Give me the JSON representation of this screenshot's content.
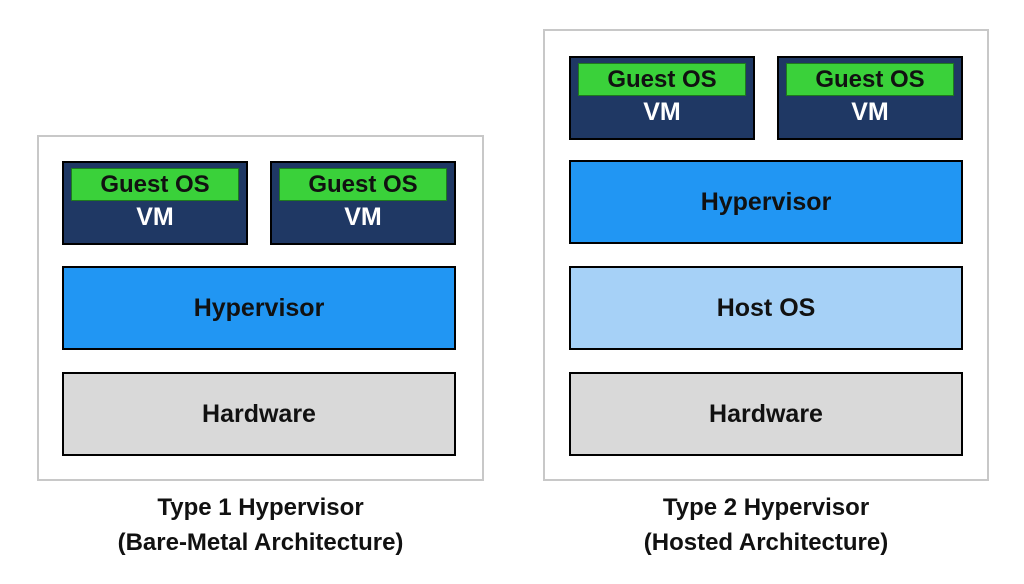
{
  "type1": {
    "vms": [
      {
        "guest_os": "Guest OS",
        "vm_label": "VM"
      },
      {
        "guest_os": "Guest OS",
        "vm_label": "VM"
      }
    ],
    "hypervisor": "Hypervisor",
    "hardware": "Hardware",
    "caption_line1": "Type 1 Hypervisor",
    "caption_line2": "(Bare-Metal Architecture)"
  },
  "type2": {
    "vms": [
      {
        "guest_os": "Guest OS",
        "vm_label": "VM"
      },
      {
        "guest_os": "Guest OS",
        "vm_label": "VM"
      }
    ],
    "hypervisor": "Hypervisor",
    "host_os": "Host OS",
    "hardware": "Hardware",
    "caption_line1": "Type 2 Hypervisor",
    "caption_line2": "(Hosted Architecture)"
  },
  "colors": {
    "vm": "#1f3864",
    "guest_os": "#3ad13a",
    "hypervisor": "#2196f3",
    "host_os": "#a6d1f7",
    "hardware": "#d9d9d9",
    "panel_border": "#c8c8c8"
  }
}
